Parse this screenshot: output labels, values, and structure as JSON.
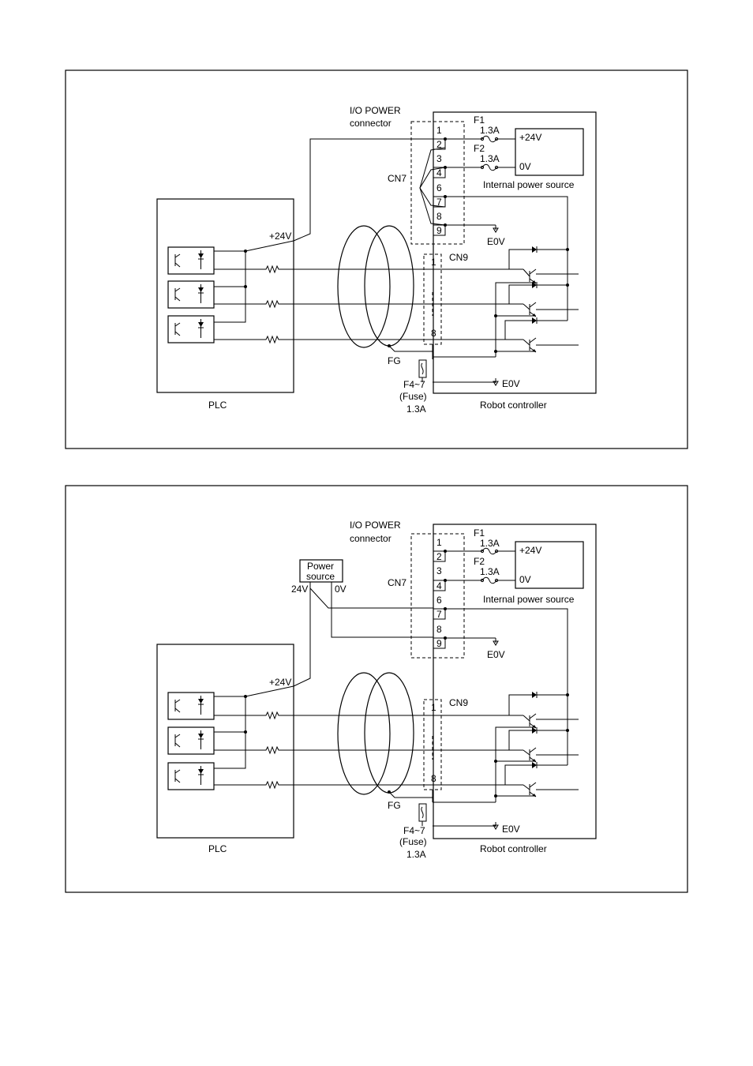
{
  "diagrams": [
    {
      "io_power_connector_label": [
        "I/O POWER",
        "connector"
      ],
      "cn7_label": "CN7",
      "cn9_label": "CN9",
      "cn7_pins": [
        "1",
        "2",
        "3",
        "4",
        "6",
        "7",
        "8",
        "9"
      ],
      "cn9_pins": [
        "1",
        "8"
      ],
      "fuse_f1": {
        "name": "F1",
        "rating": "1.3A"
      },
      "fuse_f2": {
        "name": "F2",
        "rating": "1.3A"
      },
      "internal_supply": {
        "plus": "+24V",
        "zero": "0V",
        "caption": "Internal power source"
      },
      "e0v_label": "E0V",
      "plc_label": "PLC",
      "plc_supply_label": "+24V",
      "fg_label": "FG",
      "fuse_group": [
        "F4~7",
        "(Fuse)",
        "1.3A"
      ],
      "robot_controller_label": "Robot controller"
    },
    {
      "io_power_connector_label": [
        "I/O POWER",
        "connector"
      ],
      "external_power_source": {
        "title": [
          "Power",
          "source"
        ],
        "plus": "24V",
        "zero": "0V"
      },
      "cn7_label": "CN7",
      "cn9_label": "CN9",
      "cn7_pins": [
        "1",
        "2",
        "3",
        "4",
        "6",
        "7",
        "8",
        "9"
      ],
      "cn9_pins": [
        "1",
        "8"
      ],
      "fuse_f1": {
        "name": "F1",
        "rating": "1.3A"
      },
      "fuse_f2": {
        "name": "F2",
        "rating": "1.3A"
      },
      "internal_supply": {
        "plus": "+24V",
        "zero": "0V",
        "caption": "Internal power source"
      },
      "e0v_label": "E0V",
      "plc_label": "PLC",
      "plc_supply_label": "+24V",
      "fg_label": "FG",
      "fuse_group": [
        "F4~7",
        "(Fuse)",
        "1.3A"
      ],
      "robot_controller_label": "Robot controller"
    }
  ]
}
